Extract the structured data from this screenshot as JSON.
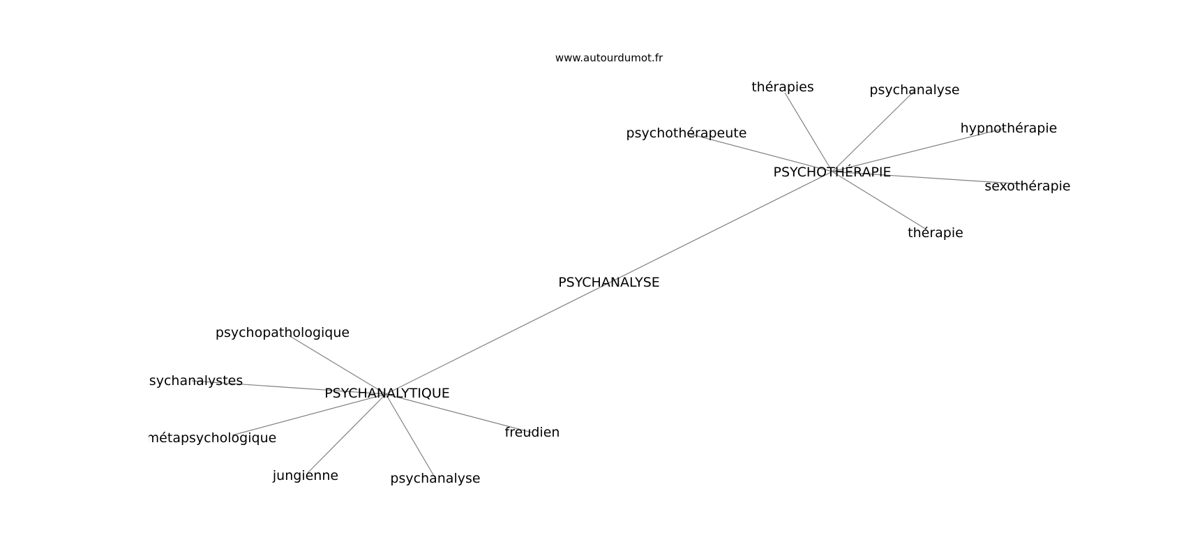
{
  "watermark": "www.autourdumot.fr",
  "center": "PSYCHANALYSE",
  "hubs": {
    "psychotherapie": {
      "label": "PSYCHOTHÉRAPIE",
      "children": [
        "thérapies",
        "psychanalyse",
        "hypnothérapie",
        "psychothérapeute",
        "sexothérapie",
        "thérapie"
      ]
    },
    "psychanalytique": {
      "label": "PSYCHANALYTIQUE",
      "children": [
        "psychopathologique",
        "psychanalystes",
        "métapsychologique",
        "jungienne",
        "psychanalyse",
        "freudien"
      ]
    }
  },
  "colors": {
    "edge": "#808080",
    "text": "#000000",
    "background": "#ffffff"
  }
}
